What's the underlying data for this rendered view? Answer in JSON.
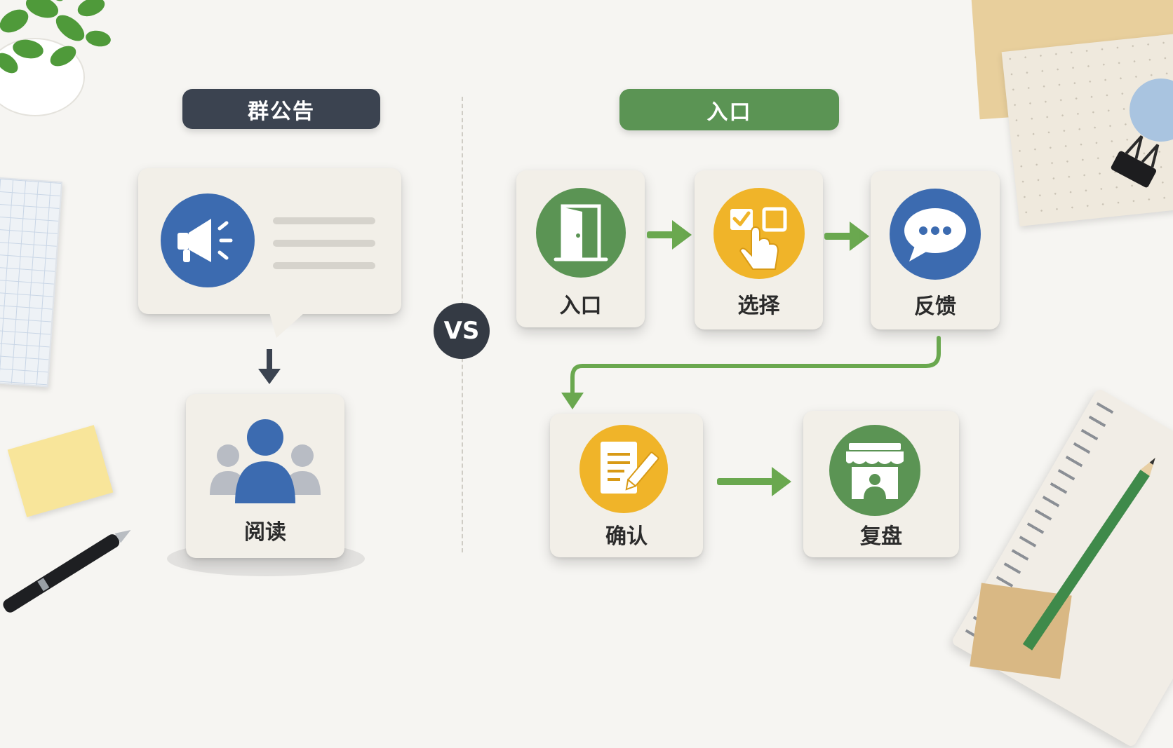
{
  "left": {
    "title": "群公告",
    "read_label": "阅读"
  },
  "vs_label": "VS",
  "right": {
    "title": "入口",
    "steps": [
      {
        "label": "入口"
      },
      {
        "label": "选择"
      },
      {
        "label": "反馈"
      },
      {
        "label": "确认"
      },
      {
        "label": "复盘"
      }
    ]
  },
  "colors": {
    "dark_pill": "#3b4350",
    "green": "#5b9454",
    "blue": "#3c6bb0",
    "yellow": "#f0b429",
    "arrow_green": "#6aa84f",
    "card": "#f2efe8"
  }
}
